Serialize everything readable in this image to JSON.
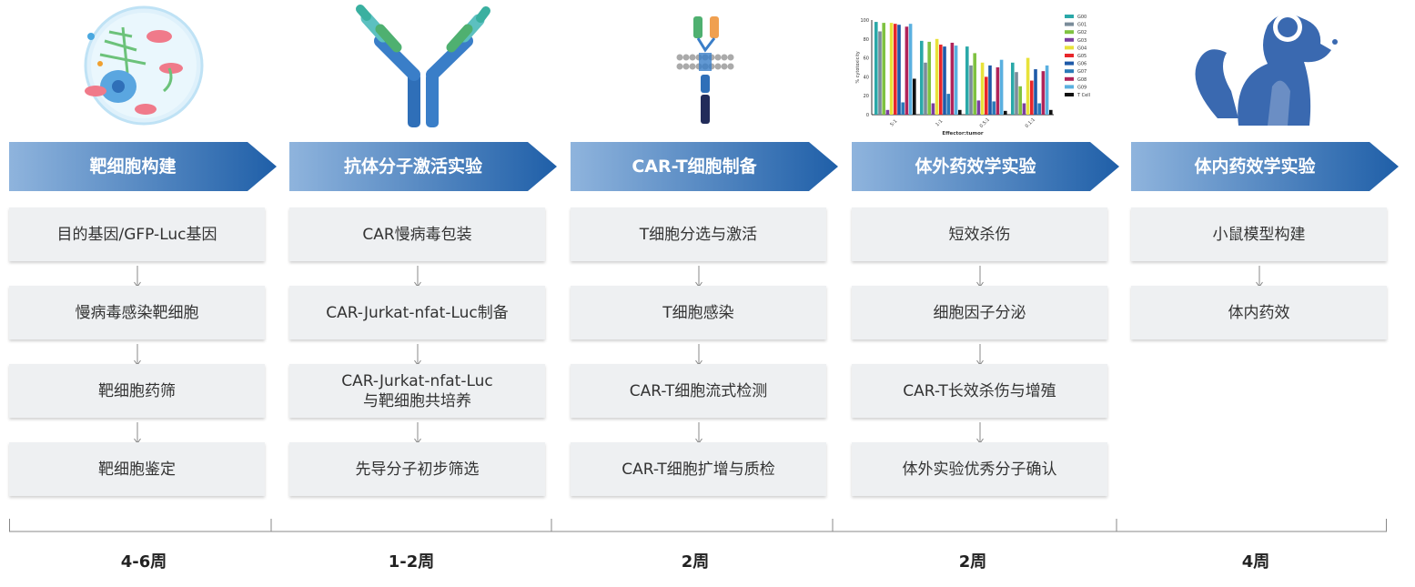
{
  "colors": {
    "arrow_start": "#8fb4dd",
    "arrow_end": "#1f5fa8",
    "box": "#eef0f2",
    "mouse": "#3a69b0"
  },
  "stages": [
    {
      "title": "靶细胞构建",
      "icon": "cell-icon",
      "steps": [
        "目的基因/GFP-Luc基因",
        "慢病毒感染靶细胞",
        "靶细胞药筛",
        "靶细胞鉴定"
      ],
      "duration": "4-6周"
    },
    {
      "title": "抗体分子激活实验",
      "icon": "antibody-icon",
      "steps": [
        "CAR慢病毒包装",
        "CAR-Jurkat-nfat-Luc制备",
        "CAR-Jurkat-nfat-Luc\n与靶细胞共培养",
        "先导分子初步筛选"
      ],
      "duration": "1-2周"
    },
    {
      "title": "CAR-T细胞制备",
      "icon": "car-receptor-icon",
      "steps": [
        "T细胞分选与激活",
        "T细胞感染",
        "CAR-T细胞流式检测",
        "CAR-T细胞扩增与质检"
      ],
      "duration": "2周"
    },
    {
      "title": "体外药效学实验",
      "icon": "bar-chart-icon",
      "steps": [
        "短效杀伤",
        "细胞因子分泌",
        "CAR-T长效杀伤与增殖",
        "体外实验优秀分子确认"
      ],
      "duration": "2周"
    },
    {
      "title": "体内药效学实验",
      "icon": "mouse-icon",
      "steps": [
        "小鼠模型构建",
        "体内药效"
      ],
      "duration": "4周"
    }
  ],
  "mini_chart": {
    "ylabel": "% cytotoxicity",
    "xlabel": "Effector:tumor",
    "yticks": [
      "100",
      "80",
      "60",
      "40",
      "20",
      "0"
    ],
    "xticks": [
      "5:1",
      "1:1",
      "0.5:1",
      "0.1:1"
    ],
    "legend": [
      {
        "name": "G00",
        "color": "#2aa8a8"
      },
      {
        "name": "G01",
        "color": "#7a8c9a"
      },
      {
        "name": "G02",
        "color": "#7fc241"
      },
      {
        "name": "G03",
        "color": "#7b3fa0"
      },
      {
        "name": "G04",
        "color": "#e8e23a"
      },
      {
        "name": "G05",
        "color": "#e8262a"
      },
      {
        "name": "G06",
        "color": "#1e5aa8"
      },
      {
        "name": "G07",
        "color": "#2a7ab8"
      },
      {
        "name": "G08",
        "color": "#b0245a"
      },
      {
        "name": "G09",
        "color": "#5ab0e0"
      },
      {
        "name": "T Cell",
        "color": "#111111"
      }
    ],
    "values": [
      [
        98,
        88,
        97,
        5,
        97,
        96,
        95,
        13,
        93,
        96,
        38
      ],
      [
        78,
        55,
        77,
        12,
        80,
        74,
        72,
        22,
        76,
        73,
        5
      ],
      [
        72,
        52,
        65,
        15,
        55,
        40,
        52,
        14,
        50,
        58,
        4
      ],
      [
        55,
        45,
        30,
        12,
        60,
        36,
        48,
        12,
        46,
        52,
        5
      ]
    ]
  }
}
